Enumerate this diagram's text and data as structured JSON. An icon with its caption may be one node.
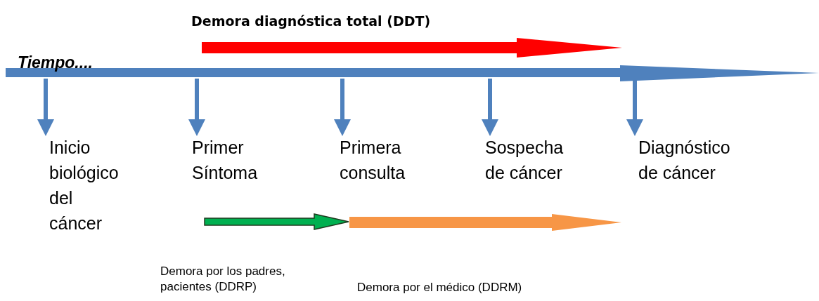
{
  "diagram": {
    "nodes": [
      {
        "text": [
          "Inicio biológico del cáncer"
        ]
      },
      {
        "text": [
          "Primer Síntoma"
        ]
      },
      {
        "text": [
          "Primera consulta"
        ]
      },
      {
        "text": [
          "Sospecha de cáncer"
        ]
      },
      {
        "text": [
          "Diagnóstico de cáncer"
        ]
      }
    ],
    "edges": [
      {
        "from": null,
        "to": 0,
        "arrow": "to"
      },
      {
        "from": null,
        "to": 1,
        "arrow": "to"
      },
      {
        "from": null,
        "to": 2,
        "arrow": "to"
      },
      {
        "from": null,
        "to": 3,
        "arrow": "to"
      },
      {
        "from": null,
        "to": 4,
        "arrow": "to"
      }
    ],
    "labels": [
      "Demora diagnóstica total (DDT)",
      "Tiempo....",
      "Demora por los padres, pacientes (DDRP)",
      "Demora por el médico (DDRM)"
    ]
  }
}
